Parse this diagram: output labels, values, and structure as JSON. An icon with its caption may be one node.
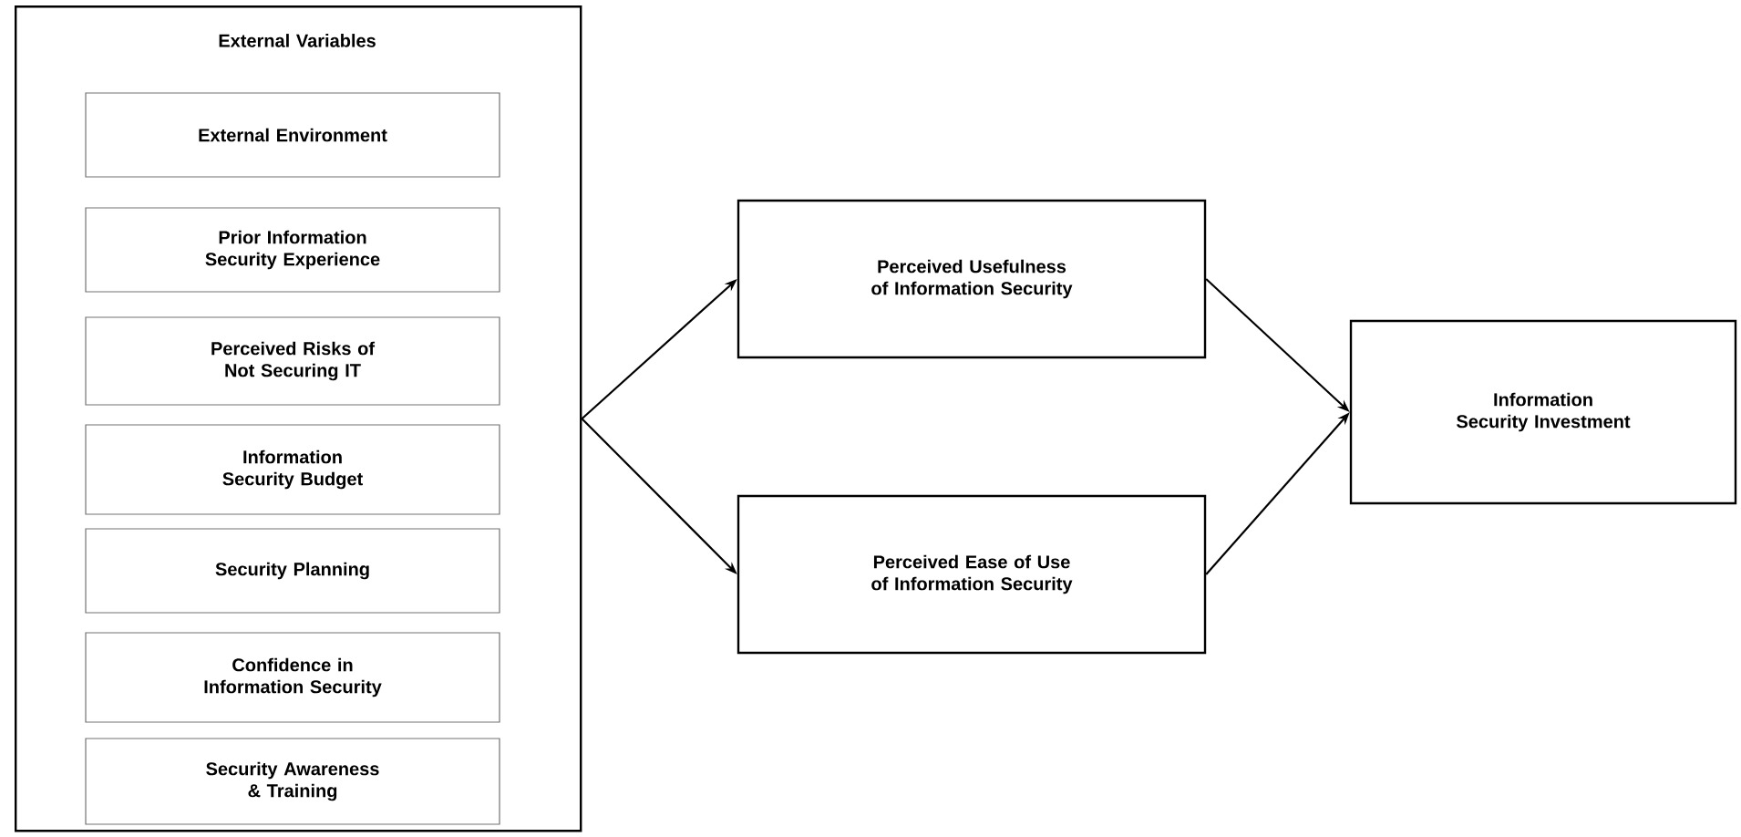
{
  "diagram": {
    "nodes": [
      {
        "text": [
          "External Variables"
        ]
      },
      {
        "text": [
          "External Environment"
        ],
        "in": 0
      },
      {
        "text": [
          "Prior Information Security Experience"
        ],
        "in": 0
      },
      {
        "text": [
          "Perceived Risks of Not Securing IT"
        ],
        "in": 0
      },
      {
        "text": [
          "Information Security Budget"
        ],
        "in": 0
      },
      {
        "text": [
          "Security Planning"
        ],
        "in": 0
      },
      {
        "text": [
          "Confidence in Information Security"
        ],
        "in": 0
      },
      {
        "text": [
          "Security Awareness & Training"
        ],
        "in": 0
      },
      {
        "text": [
          "Perceived Usefulness of Information Security"
        ]
      },
      {
        "text": [
          "Perceived Ease of Use of Information Security"
        ]
      },
      {
        "text": [
          "Information Security Investment"
        ]
      }
    ],
    "edges": [
      {
        "from": 0,
        "to": 8,
        "arrow": "to"
      },
      {
        "from": 0,
        "to": 9,
        "arrow": "to"
      },
      {
        "from": 8,
        "to": 10,
        "arrow": "to"
      },
      {
        "from": 9,
        "to": 10,
        "arrow": "to"
      }
    ]
  }
}
